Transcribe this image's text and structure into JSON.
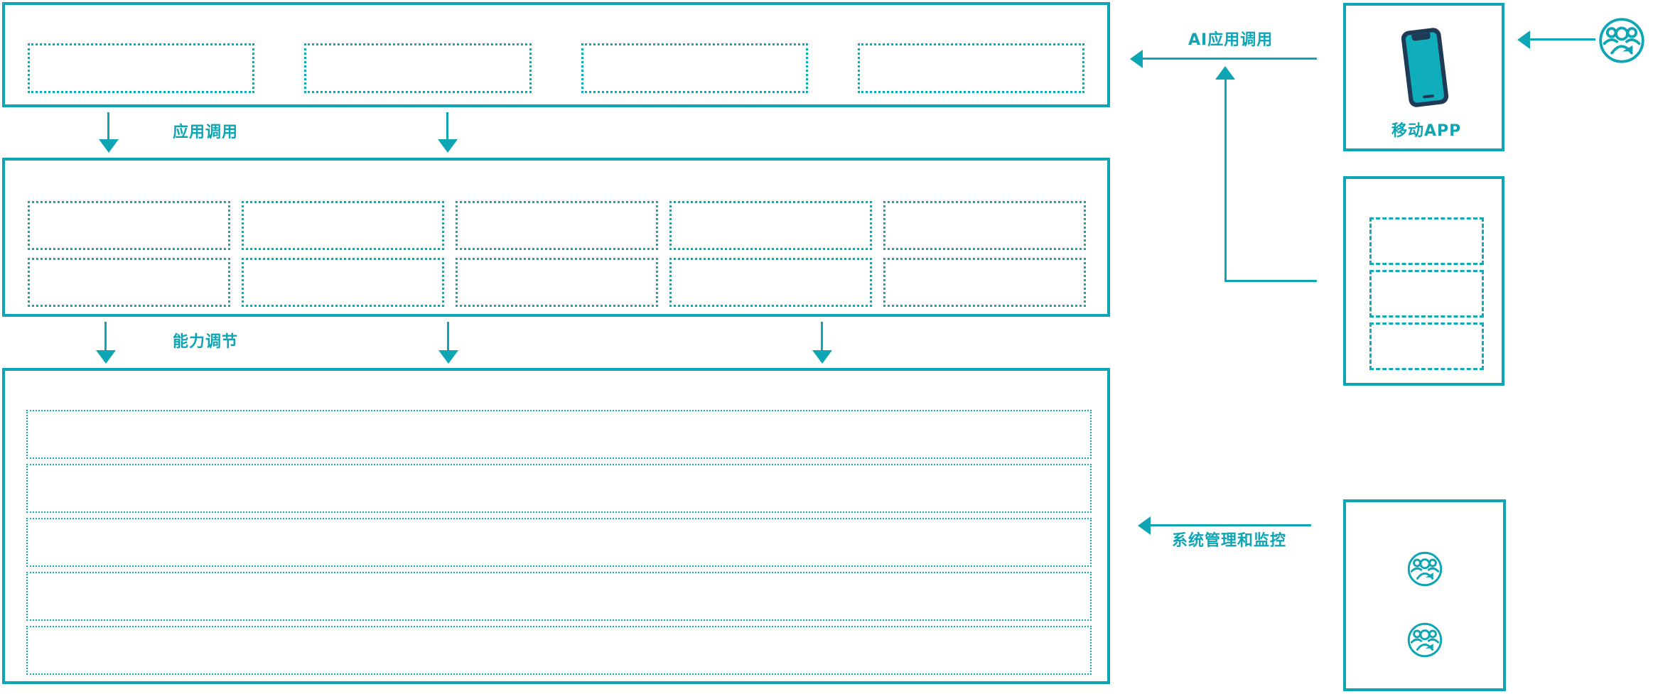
{
  "colors": {
    "accent": "#0EA6B4",
    "dash": "#12A9B6",
    "phone_body": "#1E3A56",
    "phone_screen": "#10AEBC"
  },
  "left_stack": {
    "top_band": {
      "slot_count": 4
    },
    "flow_app_call": {
      "label": "应用调用"
    },
    "middle_band": {
      "slot_count": 10,
      "rows": 2,
      "cols": 5
    },
    "flow_capability": {
      "label": "能力调节"
    },
    "bottom_band": {
      "slot_count": 5
    }
  },
  "right_stack": {
    "mobile_app_box": {
      "label": "移动APP",
      "icon": "smartphone-icon"
    },
    "mini_box": {
      "slot_count": 3
    },
    "admin_box": {
      "user_icon_count": 2,
      "icon": "user-group-icon"
    }
  },
  "connectors": {
    "ai_app_call": {
      "label": "AI应用调用",
      "direction": "left"
    },
    "system_mgmt": {
      "label": "系统管理和监控",
      "direction": "left"
    },
    "top_user": {
      "icon": "user-group-icon"
    }
  }
}
